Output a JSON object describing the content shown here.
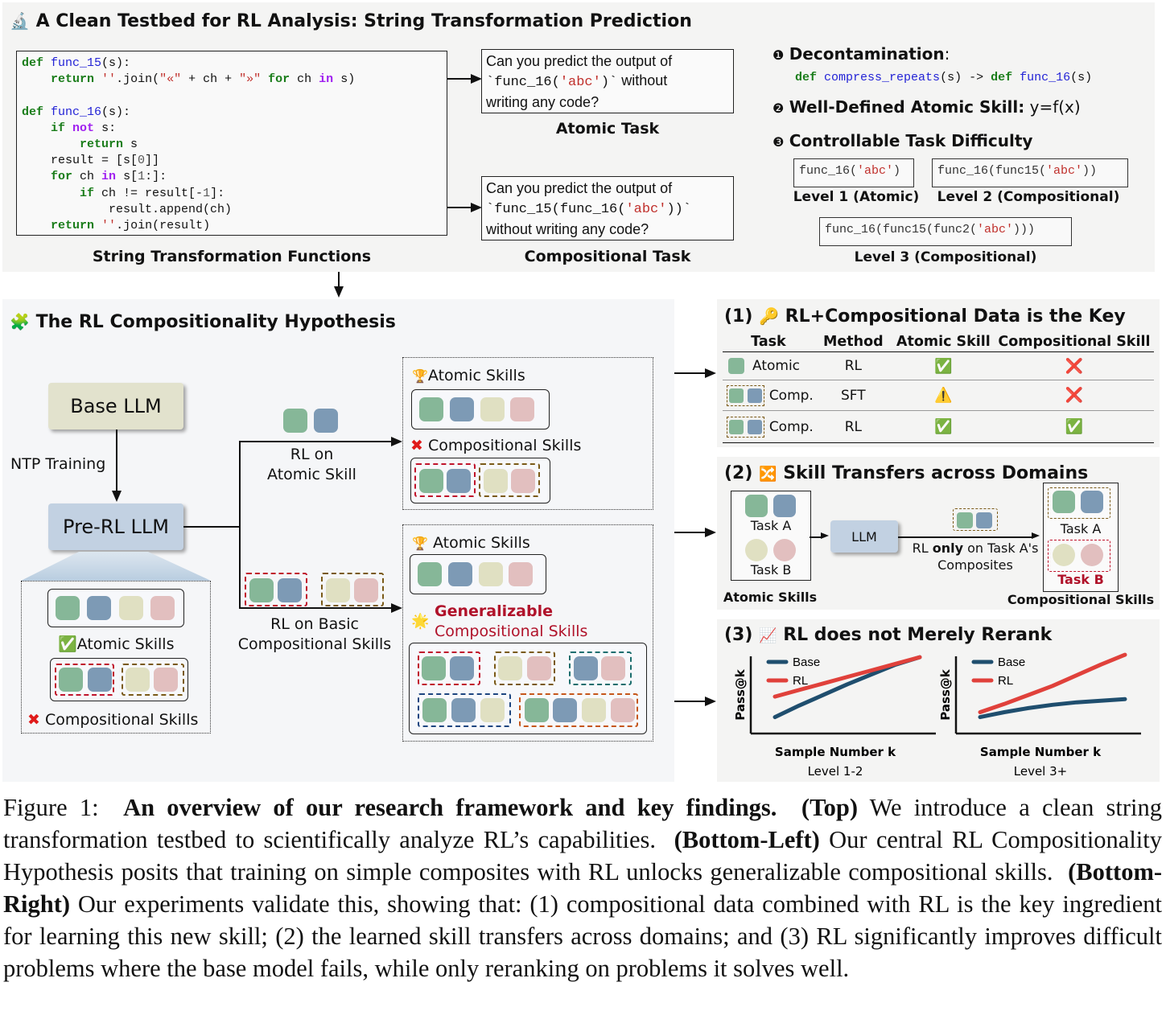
{
  "top": {
    "title": "A Clean Testbed for RL Analysis: String Transformation Prediction",
    "title_icon": "microscope-icon",
    "code_lines": [
      [
        [
          "kw",
          "def"
        ],
        [
          "t",
          " "
        ],
        [
          "fn",
          "func_15"
        ],
        [
          "t",
          "(s):"
        ]
      ],
      [
        [
          "t",
          "    "
        ],
        [
          "kw",
          "return"
        ],
        [
          "t",
          " "
        ],
        [
          "str",
          "''"
        ],
        [
          "t",
          ".join("
        ],
        [
          "str",
          "\"«\""
        ],
        [
          "t",
          " + ch + "
        ],
        [
          "str",
          "\"»\""
        ],
        [
          "t",
          " "
        ],
        [
          "kw",
          "for"
        ],
        [
          "t",
          " ch "
        ],
        [
          "kwp",
          "in"
        ],
        [
          "t",
          " s)"
        ]
      ],
      [
        [
          "t",
          " "
        ]
      ],
      [
        [
          "kw",
          "def"
        ],
        [
          "t",
          " "
        ],
        [
          "fn",
          "func_16"
        ],
        [
          "t",
          "(s):"
        ]
      ],
      [
        [
          "t",
          "    "
        ],
        [
          "kw",
          "if"
        ],
        [
          "t",
          " "
        ],
        [
          "kwp",
          "not"
        ],
        [
          "t",
          " s:"
        ]
      ],
      [
        [
          "t",
          "        "
        ],
        [
          "kw",
          "return"
        ],
        [
          "t",
          " s"
        ]
      ],
      [
        [
          "t",
          "    result = [s["
        ],
        [
          "num",
          "0"
        ],
        [
          "t",
          "]]"
        ]
      ],
      [
        [
          "t",
          "    "
        ],
        [
          "kw",
          "for"
        ],
        [
          "t",
          " ch "
        ],
        [
          "kwp",
          "in"
        ],
        [
          "t",
          " s["
        ],
        [
          "num",
          "1"
        ],
        [
          "t",
          ":]:"
        ]
      ],
      [
        [
          "t",
          "        "
        ],
        [
          "kw",
          "if"
        ],
        [
          "t",
          " ch != result[-"
        ],
        [
          "num",
          "1"
        ],
        [
          "t",
          "]:"
        ]
      ],
      [
        [
          "t",
          "            result.append(ch)"
        ]
      ],
      [
        [
          "t",
          "    "
        ],
        [
          "kw",
          "return"
        ],
        [
          "t",
          " "
        ],
        [
          "str",
          "''"
        ],
        [
          "t",
          ".join(result)"
        ]
      ]
    ],
    "code_caption": "String Transformation Functions",
    "atomic_q": {
      "pre": "Can you predict the output of",
      "code_a": "`func_16(",
      "code_str": "'abc'",
      "code_b": ")`",
      "post": " without",
      "line3": "writing any code?"
    },
    "atomic_caption": "Atomic Task",
    "comp_q": {
      "pre": "Can you predict the output of",
      "code_a": "`func_15(func_16(",
      "code_str": "'abc'",
      "code_b": "))`",
      "line3": "without writing any code?"
    },
    "comp_caption": "Compositional Task",
    "points": [
      {
        "num": "❶",
        "label": "Decontamination",
        "suffix": ":"
      },
      {
        "num": "❷",
        "label": "Well-Defined Atomic Skill:",
        "suffix": " y=f(x)"
      },
      {
        "num": "❸",
        "label": "Controllable Task Difficulty",
        "suffix": ""
      }
    ],
    "decon_code": {
      "kw1": "def",
      "fn1": "compress_repeats",
      "mid": "(s) -> ",
      "kw2": "def",
      "fn2": "func_16",
      "end": "(s)"
    },
    "levels": [
      {
        "code_a": "func_16(",
        "code_str": "'abc'",
        "code_b": ")",
        "label": "Level 1 (Atomic)"
      },
      {
        "code_a": "func_16(func15(",
        "code_str": "'abc'",
        "code_b": "))",
        "label": "Level 2 (Compositional)"
      },
      {
        "code_a": "func_16(func15(func2(",
        "code_str": "'abc'",
        "code_b": ")))",
        "label": "Level 3 (Compositional)"
      }
    ]
  },
  "hypothesis": {
    "title": "The RL Compositionality Hypothesis",
    "title_icon": "puzzle-piece-icon",
    "base_llm": "Base LLM",
    "ntp": "NTP Training",
    "pre_rl_llm": "Pre-RL LLM",
    "pre_atomic": "Atomic Skills",
    "pre_comp": "Compositional Skills",
    "branch1": [
      "RL on",
      "Atomic Skill"
    ],
    "branch2": [
      "RL on Basic",
      "Compositional Skills"
    ],
    "out1_atomic": "Atomic Skills",
    "out1_comp": "Compositional Skills",
    "out2_atomic": "Atomic Skills",
    "out2_gen": "Generalizable",
    "out2_comp": "Compositional Skills"
  },
  "finding1": {
    "title": "(1)",
    "title_text": "RL+Compositional Data is the Key",
    "headers": [
      "Task",
      "Method",
      "Atomic Skill",
      "Compositional Skill"
    ],
    "rows": [
      {
        "task": "Atomic",
        "method": "RL",
        "atomic": "✅",
        "comp": "❌"
      },
      {
        "task": "Comp.",
        "method": "SFT",
        "atomic": "⚠️",
        "comp": "❌"
      },
      {
        "task": "Comp.",
        "method": "RL",
        "atomic": "✅",
        "comp": "✅"
      }
    ]
  },
  "finding2": {
    "title": "(2)",
    "title_text": "Skill Transfers across Domains",
    "task_a": "Task A",
    "task_b": "Task B",
    "llm": "LLM",
    "arrow_pre": "RL ",
    "arrow_bold": "only",
    "arrow_post": " on Task A's",
    "arrow_line2": "Composites",
    "left_caption": "Atomic Skills",
    "right_caption": "Compositional Skills"
  },
  "finding3": {
    "title": "(3)",
    "title_text": "RL does not Merely Rerank"
  },
  "chart_data": [
    {
      "type": "line",
      "title": "Level 1-2",
      "xlabel": "Sample Number k",
      "ylabel": "Pass@k",
      "legend": [
        "Base",
        "RL"
      ],
      "legend_position": "top-left",
      "x": [
        0,
        1,
        2,
        3,
        4,
        5,
        6
      ],
      "series": [
        {
          "name": "Base",
          "color": "#1f4e6e",
          "values": [
            0.2,
            0.34,
            0.47,
            0.6,
            0.72,
            0.84,
            0.93
          ]
        },
        {
          "name": "RL",
          "color": "#e0413b",
          "values": [
            0.45,
            0.53,
            0.61,
            0.69,
            0.77,
            0.85,
            0.93
          ]
        }
      ],
      "ylim": [
        0,
        1
      ]
    },
    {
      "type": "line",
      "title": "Level 3+",
      "xlabel": "Sample Number k",
      "ylabel": "Pass@k",
      "legend": [
        "Base",
        "RL"
      ],
      "legend_position": "top-left",
      "x": [
        0,
        1,
        2,
        3,
        4,
        5,
        6
      ],
      "series": [
        {
          "name": "Base",
          "color": "#1f4e6e",
          "values": [
            0.2,
            0.26,
            0.31,
            0.35,
            0.38,
            0.4,
            0.42
          ]
        },
        {
          "name": "RL",
          "color": "#e0413b",
          "values": [
            0.26,
            0.36,
            0.47,
            0.58,
            0.71,
            0.84,
            0.96
          ]
        }
      ],
      "ylim": [
        0,
        1
      ]
    }
  ],
  "caption": {
    "fig": "Figure 1:",
    "bold": "An overview of our research framework and key findings.",
    "top_b": "(Top)",
    "top_t": " We introduce a clean string transformation testbed to scientifically analyze RL’s capabilities.",
    "bl_b": "(Bottom-Left)",
    "bl_t": " Our central RL Compositionality Hypothesis posits that training on simple composites with RL unlocks generalizable compositional skills.",
    "br_b": "(Bottom-Right)",
    "br_t": " Our experiments validate this, showing that: (1) compositional data combined with RL is the key ingredient for learning this new skill; (2) the learned skill transfers across domains; and (3) RL significantly improves difficult problems where the base model fails, while only reranking on problems it solves well."
  }
}
